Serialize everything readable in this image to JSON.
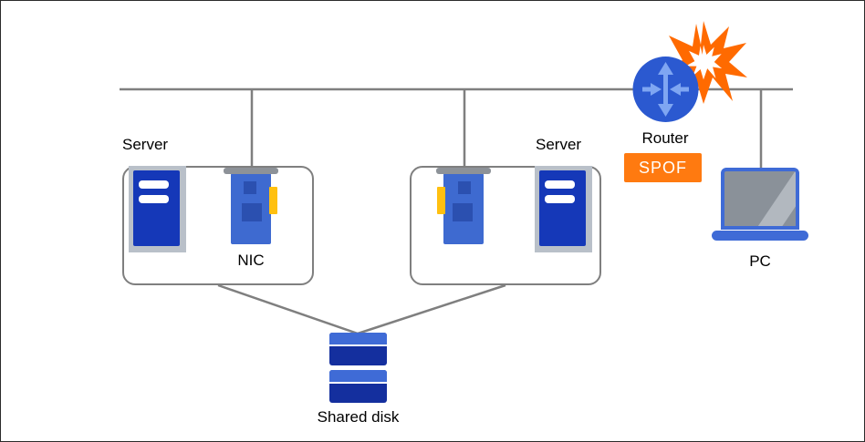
{
  "labels": {
    "server_left": "Server",
    "server_right": "Server",
    "nic": "NIC",
    "router": "Router",
    "spof": "SPOF",
    "pc": "PC",
    "shared_disk": "Shared disk"
  },
  "colors": {
    "connector_line": "#7f7f7f",
    "group_box_border": "#7f7f7f",
    "server_body_blue": "#1538b8",
    "server_frame_gray": "#b9c0c9",
    "nic_card_blue": "#3e6ad0",
    "nic_chip_blue": "#2b50b0",
    "nic_connector_yellow": "#ffc010",
    "router_circle_blue": "#2b59d0",
    "router_arrow_blue": "#7fa6f2",
    "explosion_orange": "#ff6a00",
    "spof_badge_bg": "#ff7a10",
    "spof_badge_text": "#ffffff",
    "pc_screen_gray": "#8a9199",
    "pc_base_blue": "#3f6bd6",
    "disk_dark_blue": "#142f9e",
    "disk_light_blue": "#3f6bd6"
  },
  "icons": [
    "server-tower-icon",
    "nic-icon",
    "router-icon",
    "explosion-icon",
    "laptop-icon",
    "shared-disk-icon"
  ]
}
